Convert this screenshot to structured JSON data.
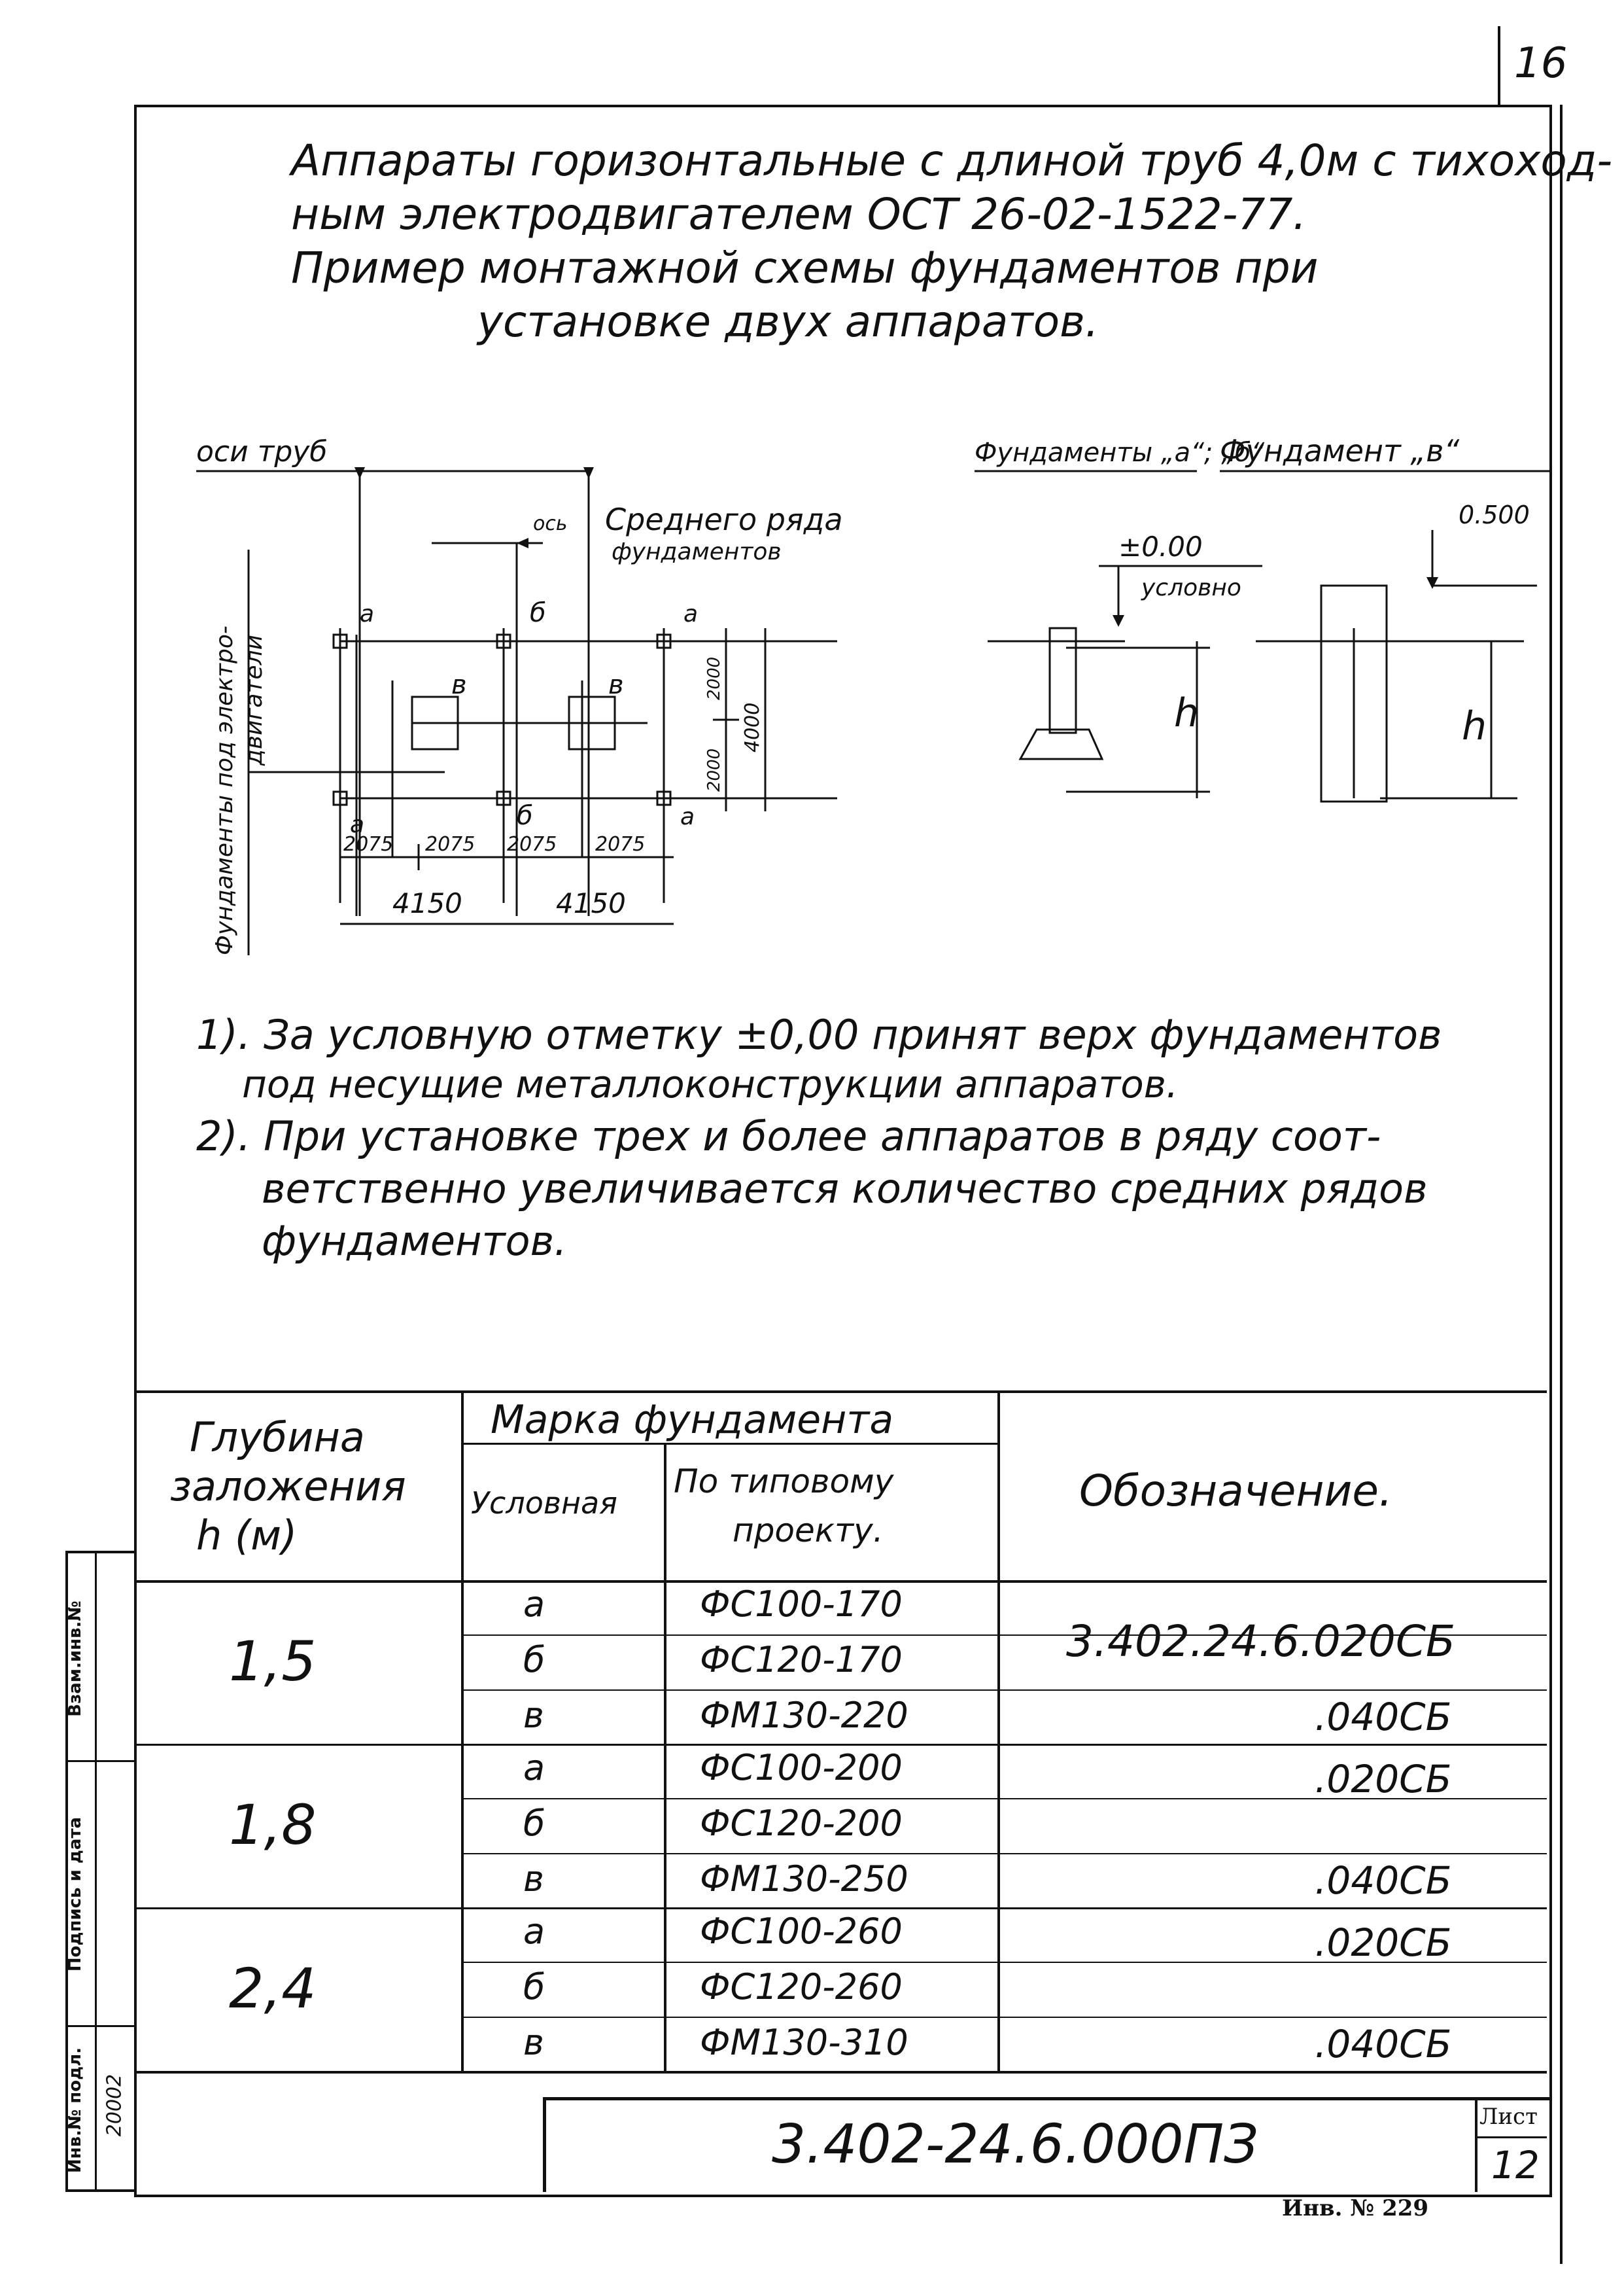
{
  "sheet_corner": "16",
  "title": [
    "Аппараты горизонтальные с длиной труб 4,0м с тихоход-",
    "ным электродвигателем ОСТ 26-02-1522-77.",
    "Пример монтажной схемы фундаментов при",
    "установке двух аппаратов."
  ],
  "plan": {
    "axes_label": "оси труб",
    "mid_axis_small": "ось",
    "mid_row_label_1": "Среднего ряда",
    "mid_row_label_2": "фундаментов",
    "motor_label_1": "Фундаменты под электро-",
    "motor_label_2": "двигатели",
    "marks": {
      "a": "а",
      "b": "б",
      "v": "в"
    },
    "dims_small": [
      "2075",
      "2075",
      "2075",
      "2075"
    ],
    "dims_large": [
      "4150",
      "4150"
    ],
    "dims_vertical": [
      "2000",
      "2000",
      "4000"
    ]
  },
  "sections": {
    "title_ab": "Фундаменты „а“; „б“",
    "title_v": "Фундамент „в“",
    "level_zero": "±0.00",
    "level_zero_note": "условно",
    "level_v": "0.500",
    "depth_symbol": "h"
  },
  "notes": [
    "1). За условную отметку ±0,00 принят верх фундаментов",
    "под несущие металлоконструкции аппаратов.",
    "2). При установке трех и более аппаратов в ряду соот-",
    "ветственно увеличивается количество средних рядов",
    "фундаментов."
  ],
  "table": {
    "h_depth_1": "Глубина",
    "h_depth_2": "заложения",
    "h_depth_3": "h (м)",
    "h_mark": "Марка фундамента",
    "h_cond": "Условная",
    "h_typ_1": "По типовому",
    "h_typ_2": "проекту.",
    "h_desig": "Обозначение.",
    "groups": [
      {
        "depth": "1,5",
        "rows": [
          {
            "cond": "а",
            "typ": "ФС100-170"
          },
          {
            "cond": "б",
            "typ": "ФС120-170"
          },
          {
            "cond": "в",
            "typ": "ФМ130-220"
          }
        ],
        "desig": [
          "3.402.24.6.020СБ",
          ".040СБ"
        ]
      },
      {
        "depth": "1,8",
        "rows": [
          {
            "cond": "а",
            "typ": "ФС100-200"
          },
          {
            "cond": "б",
            "typ": "ФС120-200"
          },
          {
            "cond": "в",
            "typ": "ФМ130-250"
          }
        ],
        "desig": [
          ".020СБ",
          ".040СБ"
        ]
      },
      {
        "depth": "2,4",
        "rows": [
          {
            "cond": "а",
            "typ": "ФС100-260"
          },
          {
            "cond": "б",
            "typ": "ФС120-260"
          },
          {
            "cond": "в",
            "typ": "ФМ130-310"
          }
        ],
        "desig": [
          ".020СБ",
          ".040СБ"
        ]
      }
    ]
  },
  "stamp": {
    "code": "3.402-24.6.000ПЗ",
    "sheet_label": "Лист",
    "sheet_no": "12",
    "inv": "Инв. № 229"
  },
  "side": {
    "inv_podl": "Инв.№ подл.",
    "inv_podl_val": "20002",
    "podpis": "Подпись и дата",
    "vzam": "Взам.инв.№"
  }
}
